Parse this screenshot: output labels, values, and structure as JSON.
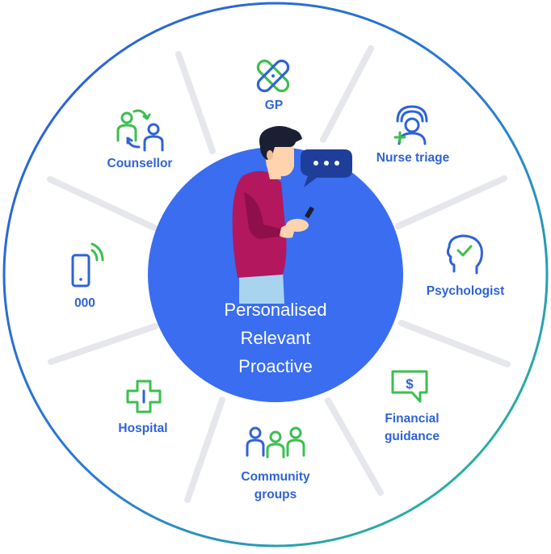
{
  "diagram": {
    "center_lines": [
      "Personalised",
      "Relevant",
      "Proactive"
    ],
    "services": [
      {
        "id": "gp",
        "label": "GP",
        "icon": "bandage-icon"
      },
      {
        "id": "nurse",
        "label": "Nurse triage",
        "icon": "nurse-icon"
      },
      {
        "id": "psych",
        "label": "Psychologist",
        "icon": "head-check-icon"
      },
      {
        "id": "financial",
        "label1": "Financial",
        "label2": "guidance",
        "icon": "dollar-chat-icon"
      },
      {
        "id": "community",
        "label1": "Community",
        "label2": "groups",
        "icon": "group-people-icon"
      },
      {
        "id": "hospital",
        "label": "Hospital",
        "icon": "medical-cross-icon"
      },
      {
        "id": "emergency",
        "label": "000",
        "icon": "phone-signal-icon"
      },
      {
        "id": "counsellor",
        "label": "Counsellor",
        "icon": "people-exchange-icon"
      }
    ],
    "colors": {
      "blue": "#2f63d6",
      "green": "#3bbf4f",
      "center_fill": "#3a6df0",
      "ring_start": "#2a5bd7",
      "ring_end": "#28c48a",
      "speech_bubble": "#1f3e9a",
      "shirt": "#b3175e",
      "skin": "#ffd3ad"
    }
  }
}
